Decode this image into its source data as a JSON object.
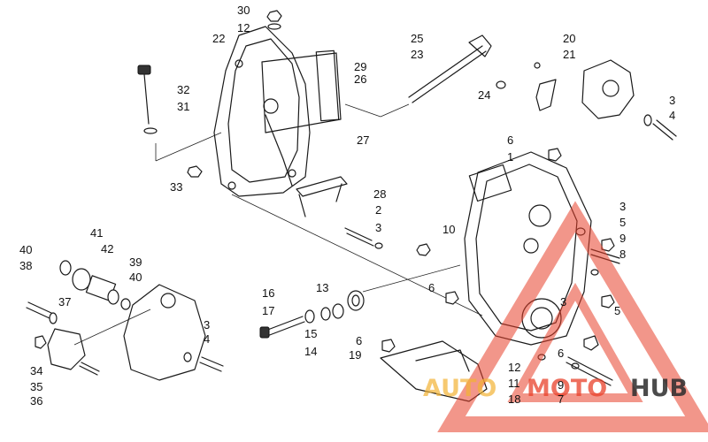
{
  "diagram": {
    "callouts": [
      {
        "id": "c30",
        "label": "30"
      },
      {
        "id": "c12a",
        "label": "12"
      },
      {
        "id": "c22",
        "label": "22"
      },
      {
        "id": "c25",
        "label": "25"
      },
      {
        "id": "c23",
        "label": "23"
      },
      {
        "id": "c20",
        "label": "20"
      },
      {
        "id": "c21",
        "label": "21"
      },
      {
        "id": "c32",
        "label": "32"
      },
      {
        "id": "c31",
        "label": "31"
      },
      {
        "id": "c29",
        "label": "29"
      },
      {
        "id": "c26",
        "label": "26"
      },
      {
        "id": "c24",
        "label": "24"
      },
      {
        "id": "c3a",
        "label": "3"
      },
      {
        "id": "c4a",
        "label": "4"
      },
      {
        "id": "c27",
        "label": "27"
      },
      {
        "id": "c6a",
        "label": "6"
      },
      {
        "id": "c1",
        "label": "1"
      },
      {
        "id": "c33",
        "label": "33"
      },
      {
        "id": "c28",
        "label": "28"
      },
      {
        "id": "c2",
        "label": "2"
      },
      {
        "id": "c3b",
        "label": "3"
      },
      {
        "id": "c3c",
        "label": "3"
      },
      {
        "id": "c5a",
        "label": "5"
      },
      {
        "id": "c10",
        "label": "10"
      },
      {
        "id": "c9a",
        "label": "9"
      },
      {
        "id": "c8",
        "label": "8"
      },
      {
        "id": "c41",
        "label": "41"
      },
      {
        "id": "c42",
        "label": "42"
      },
      {
        "id": "c40a",
        "label": "40"
      },
      {
        "id": "c38",
        "label": "38"
      },
      {
        "id": "c39",
        "label": "39"
      },
      {
        "id": "c40b",
        "label": "40"
      },
      {
        "id": "c16",
        "label": "16"
      },
      {
        "id": "c13",
        "label": "13"
      },
      {
        "id": "c6b",
        "label": "6"
      },
      {
        "id": "c17",
        "label": "17"
      },
      {
        "id": "c37",
        "label": "37"
      },
      {
        "id": "c3d",
        "label": "3"
      },
      {
        "id": "c5b",
        "label": "5"
      },
      {
        "id": "c15",
        "label": "15"
      },
      {
        "id": "c3e",
        "label": "3"
      },
      {
        "id": "c4b",
        "label": "4"
      },
      {
        "id": "c14",
        "label": "14"
      },
      {
        "id": "c6c",
        "label": "6"
      },
      {
        "id": "c19",
        "label": "19"
      },
      {
        "id": "c6d",
        "label": "6"
      },
      {
        "id": "c34",
        "label": "34"
      },
      {
        "id": "c12b",
        "label": "12"
      },
      {
        "id": "c35",
        "label": "35"
      },
      {
        "id": "c11",
        "label": "11"
      },
      {
        "id": "c9b",
        "label": "9"
      },
      {
        "id": "c36",
        "label": "36"
      },
      {
        "id": "c18",
        "label": "18"
      },
      {
        "id": "c7",
        "label": "7"
      }
    ]
  },
  "watermark": {
    "word_auto": "AUTO",
    "word_moto": "MOTO",
    "word_hub": "HUB",
    "color_accent": "#e8402a",
    "color_gold": "#f2b233",
    "color_dark": "#2b2b2b"
  }
}
